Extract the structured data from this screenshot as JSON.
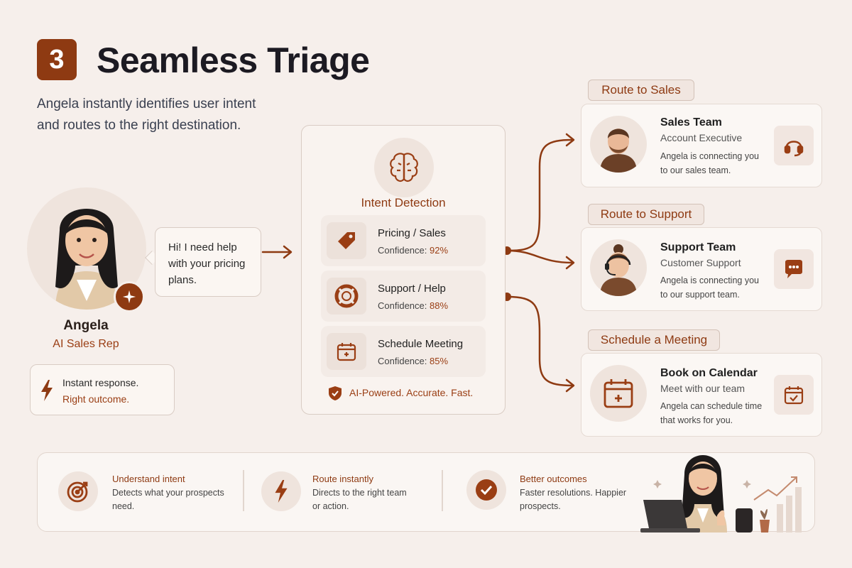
{
  "header": {
    "step_number": "3",
    "title": "Seamless Triage",
    "subtitle_line1": "Angela instantly identifies user intent",
    "subtitle_line2": "and routes to the right destination."
  },
  "agent": {
    "name": "Angela",
    "role": "AI Sales Rep",
    "message_line1": "Hi! I need help",
    "message_line2": "with your pricing",
    "message_line3": "plans.",
    "tagline_line1": "Instant response.",
    "tagline_line2": "Right outcome."
  },
  "intent": {
    "title": "Intent Detection",
    "items": [
      {
        "label": "Pricing / Sales",
        "confidence_label": "Confidence:",
        "confidence": "92%",
        "icon": "tag-icon"
      },
      {
        "label": "Support / Help",
        "confidence_label": "Confidence:",
        "confidence": "88%",
        "icon": "lifebuoy-icon"
      },
      {
        "label": "Schedule Meeting",
        "confidence_label": "Confidence:",
        "confidence": "85%",
        "icon": "calendar-icon"
      }
    ],
    "footer": "AI-Powered. Accurate. Fast."
  },
  "routes": [
    {
      "tag": "Route to Sales",
      "title": "Sales Team",
      "subtitle": "Account Executive",
      "desc_line1": "Angela is connecting you",
      "desc_line2": "to our sales team.",
      "icon": "headset-icon"
    },
    {
      "tag": "Route to Support",
      "title": "Support Team",
      "subtitle": "Customer Support",
      "desc_line1": "Angela is connecting you",
      "desc_line2": "to our support team.",
      "icon": "chat-bubble-icon"
    },
    {
      "tag": "Schedule a Meeting",
      "title": "Book on Calendar",
      "subtitle": "Meet with our team",
      "desc_line1": "Angela can schedule time",
      "desc_line2": "that works for you.",
      "icon": "calendar-check-icon"
    }
  ],
  "benefits": [
    {
      "title": "Understand intent",
      "desc_line1": "Detects what your prospects",
      "desc_line2": "need.",
      "icon": "target-icon"
    },
    {
      "title": "Route instantly",
      "desc_line1": "Directs to the right team",
      "desc_line2": "or action.",
      "icon": "lightning-icon"
    },
    {
      "title": "Better outcomes",
      "desc_line1": "Faster resolutions. Happier",
      "desc_line2": "prospects.",
      "icon": "check-circle-icon"
    }
  ],
  "colors": {
    "accent": "#8e3a12",
    "background": "#f6efeb",
    "card": "#fbf7f4",
    "text": "#1c1a22"
  }
}
